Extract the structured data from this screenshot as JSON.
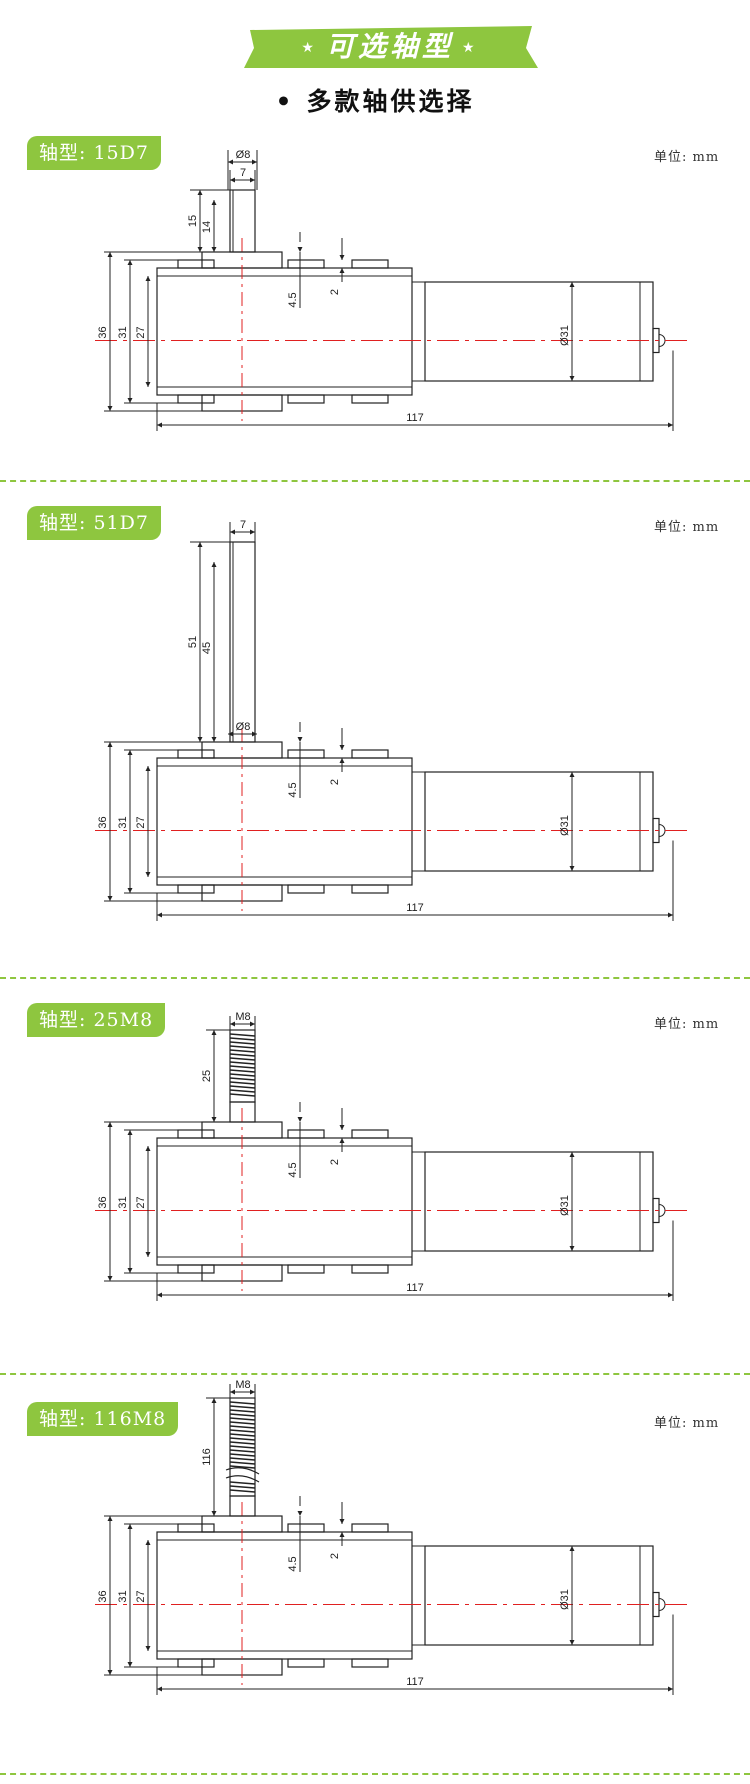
{
  "header": {
    "banner_title": "可选轴型",
    "star_left": "★",
    "star_right": "★",
    "subtitle": "多款轴供选择",
    "bullet": "•"
  },
  "colors": {
    "accent": "#8ec63f",
    "centerline": "#e02020",
    "line": "#222222"
  },
  "unit_label": "单位: mm",
  "sections": [
    {
      "shaft_label": "轴型: 15D7",
      "shaft_type": "D",
      "dims": {
        "overall": "117",
        "gear_diameter": "Ø31",
        "height": "36",
        "h31": "31",
        "h27": "27",
        "d45": "4.5",
        "d2": "2",
        "shaft_total": "15",
        "shaft_flat": "14",
        "shaft_dia": "Ø8",
        "flat_width": "7"
      }
    },
    {
      "shaft_label": "轴型: 51D7",
      "shaft_type": "D",
      "dims": {
        "overall": "117",
        "gear_diameter": "Ø31",
        "height": "36",
        "h31": "31",
        "h27": "27",
        "d45": "4.5",
        "d2": "2",
        "shaft_total": "51",
        "shaft_flat": "45",
        "shaft_dia": "Ø8",
        "flat_width": "7"
      }
    },
    {
      "shaft_label": "轴型: 25M8",
      "shaft_type": "M",
      "dims": {
        "overall": "117",
        "gear_diameter": "Ø31",
        "height": "36",
        "h31": "31",
        "h27": "27",
        "d45": "4.5",
        "d2": "2",
        "shaft_total": "25",
        "shaft_dia": "M8"
      }
    },
    {
      "shaft_label": "轴型: 116M8",
      "shaft_type": "M",
      "broken": true,
      "dims": {
        "overall": "117",
        "gear_diameter": "Ø31",
        "height": "36",
        "h31": "31",
        "h27": "27",
        "d45": "4.5",
        "d2": "2",
        "shaft_total": "116",
        "shaft_dia": "M8"
      }
    }
  ]
}
